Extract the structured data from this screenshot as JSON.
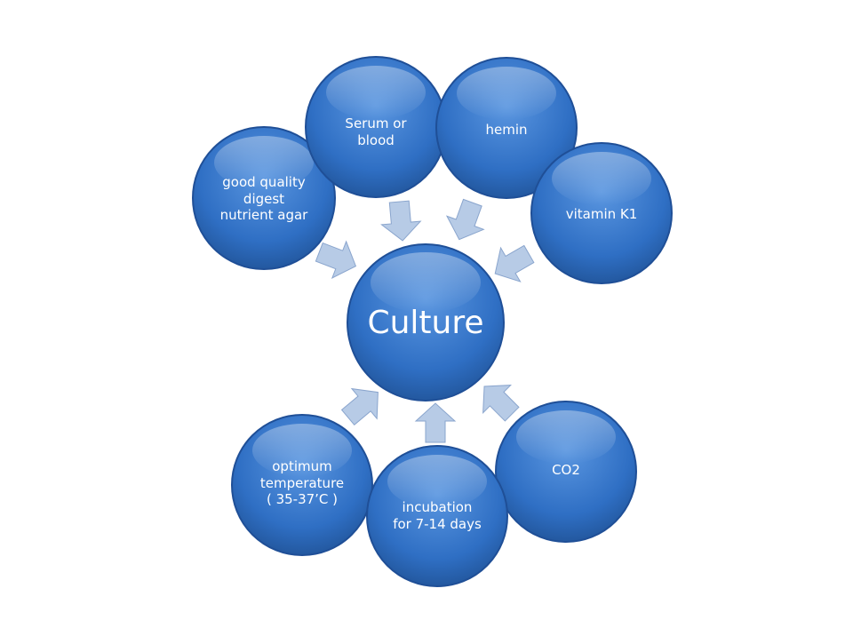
{
  "diagram": {
    "center": {
      "label": "Culture"
    },
    "nodes": [
      {
        "id": "agar",
        "label": "good quality\ndigest\nnutrient agar",
        "flow": "into-center"
      },
      {
        "id": "serum",
        "label": "Serum or\nblood",
        "flow": "into-center"
      },
      {
        "id": "hemin",
        "label": "hemin",
        "flow": "into-center"
      },
      {
        "id": "vitk1",
        "label": "vitamin K1",
        "flow": "into-center"
      },
      {
        "id": "co2",
        "label": "CO2",
        "flow": "into-center"
      },
      {
        "id": "incubation",
        "label": "incubation\nfor 7-14 days",
        "flow": "into-center"
      },
      {
        "id": "temperature",
        "label": "optimum\ntemperature\n( 35-37’C )",
        "flow": "into-center"
      }
    ],
    "colors": {
      "circle_fill": "#2f6fc4",
      "circle_fill_light": "#5a96e0",
      "circle_edge": "#1f4f97",
      "arrow_fill": "#b7cbe6",
      "arrow_edge": "#8aa5cd",
      "text": "#ffffff"
    }
  }
}
